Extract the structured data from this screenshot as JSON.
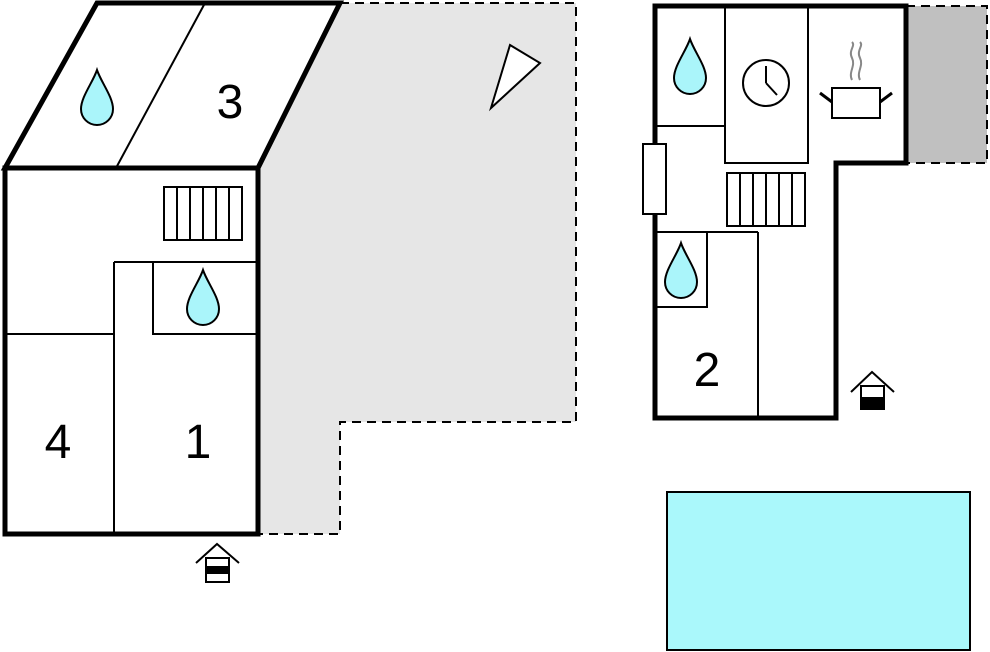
{
  "rooms": {
    "room1": "1",
    "room2": "2",
    "room3": "3",
    "room4": "4"
  },
  "icons": {
    "bathroom": "water-drop-icon",
    "stairs": "staircase-icon",
    "entrance": "entrance-icon",
    "kitchen": "cooking-pot-icon",
    "clock": "clock-icon",
    "north": "north-arrow-icon",
    "pool": "pool"
  },
  "colors": {
    "wall": "#000000",
    "terrace": "#e6e6e6",
    "carport": "#c0c0c0",
    "water": "#aaf5fa",
    "pool": "#aaf8fb"
  }
}
